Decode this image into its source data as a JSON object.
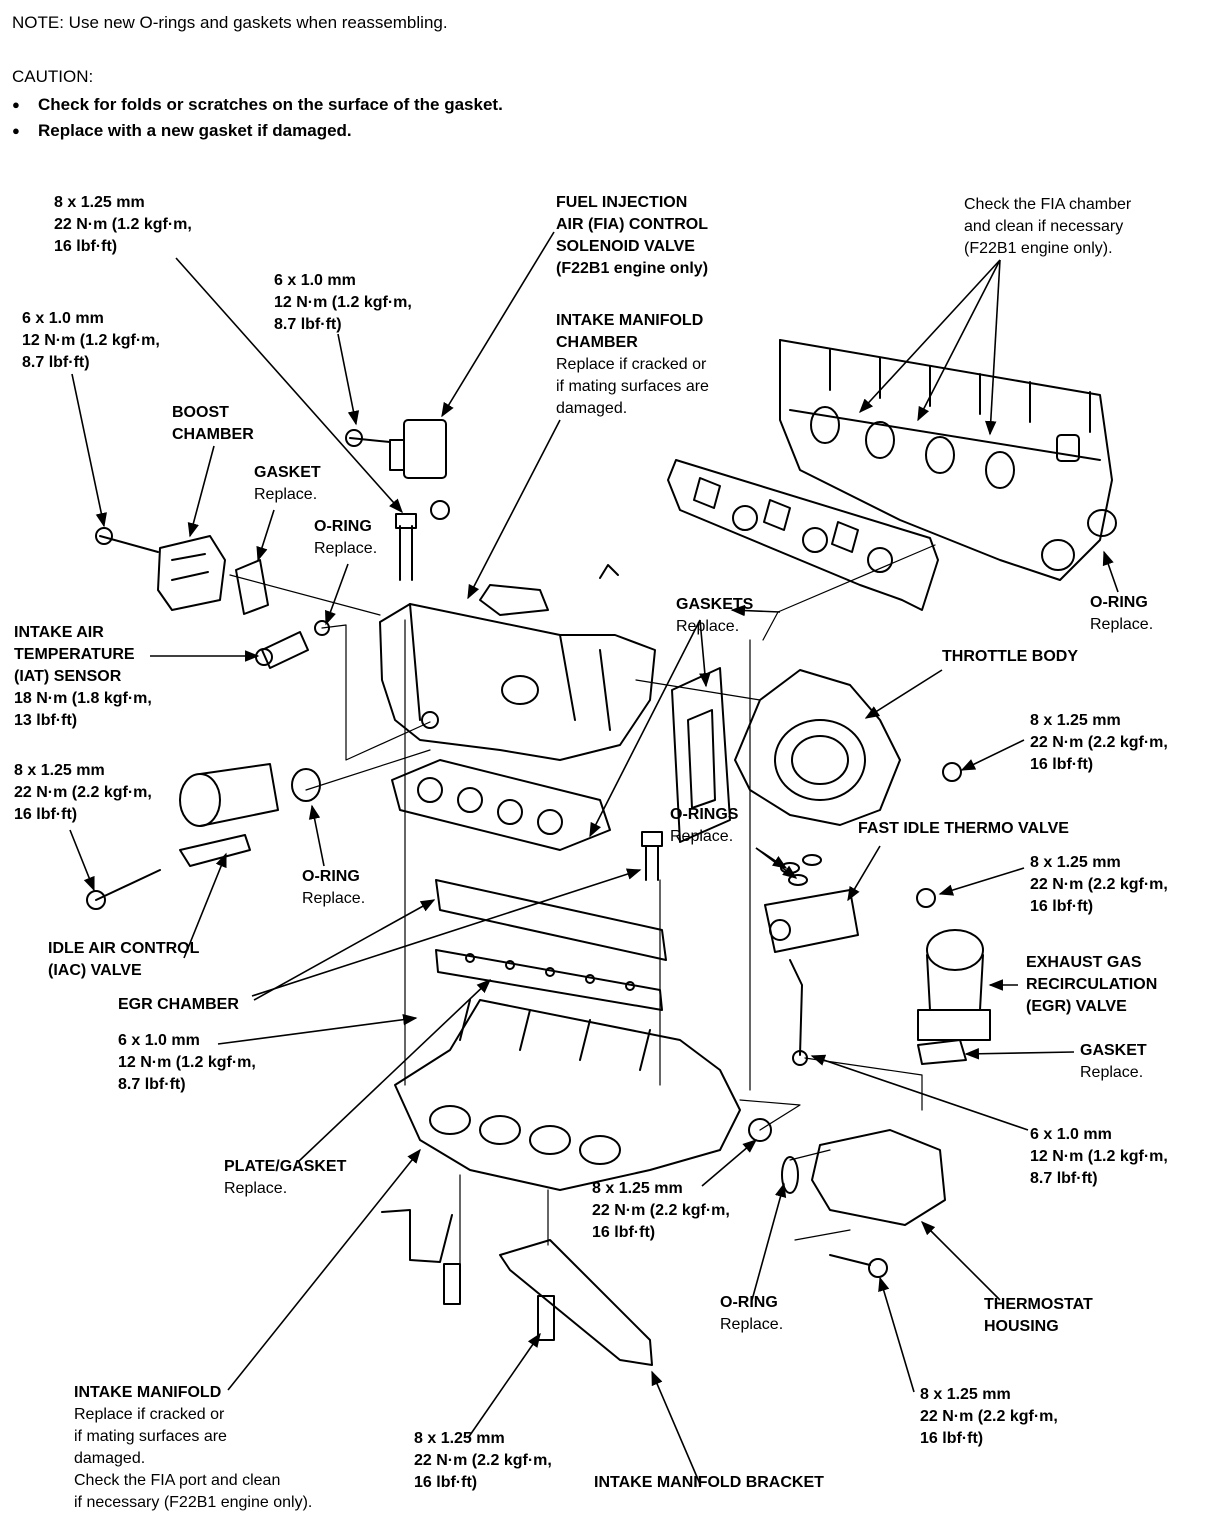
{
  "note": "NOTE:  Use new O-rings and gaskets when reassembling.",
  "caution": {
    "title": "CAUTION:",
    "items": [
      "Check for folds or scratches on the surface of the gasket.",
      "Replace with a new gasket if damaged."
    ]
  },
  "callouts": {
    "bolt_top_left": [
      "8 x 1.25 mm",
      "22 N·m (1.2 kgf·m,",
      "16 lbf·ft)"
    ],
    "bolt_6x10_left": [
      "6 x 1.0 mm",
      "12 N·m (1.2 kgf·m,",
      "8.7 lbf·ft)"
    ],
    "bolt_6x10_top": [
      "6 x 1.0 mm",
      "12 N·m (1.2 kgf·m,",
      "8.7 lbf·ft)"
    ],
    "fia_valve": [
      "FUEL INJECTION",
      "AIR (FIA) CONTROL",
      "SOLENOID VALVE",
      "(F22B1 engine only)"
    ],
    "intake_chamber": [
      "INTAKE MANIFOLD",
      "CHAMBER"
    ],
    "intake_chamber_note": [
      "Replace if cracked or",
      "if mating surfaces are",
      "damaged."
    ],
    "fia_chamber_note": [
      "Check the FIA chamber",
      "and clean if necessary",
      "(F22B1 engine only)."
    ],
    "boost_chamber": [
      "BOOST",
      "CHAMBER"
    ],
    "gasket_boost": [
      "GASKET"
    ],
    "gasket_boost_note": [
      "Replace."
    ],
    "oring_iat": [
      "O-RING"
    ],
    "oring_iat_note": [
      "Replace."
    ],
    "iat_sensor": [
      "INTAKE AIR",
      "TEMPERATURE",
      "(IAT) SENSOR",
      "18 N·m (1.8 kgf·m,",
      "13 lbf·ft)"
    ],
    "gaskets_mid": [
      "GASKETS"
    ],
    "gaskets_mid_note": [
      "Replace."
    ],
    "oring_right": [
      "O-RING"
    ],
    "oring_right_note": [
      "Replace."
    ],
    "throttle_body": [
      "THROTTLE BODY"
    ],
    "bolt_throttle": [
      "8 x 1.25 mm",
      "22 N·m (2.2 kgf·m,",
      "16 lbf·ft)"
    ],
    "bolt_iac": [
      "8 x 1.25 mm",
      "22 N·m (2.2 kgf·m,",
      "16 lbf·ft)"
    ],
    "orings_mid": [
      "O-RINGS"
    ],
    "orings_mid_note": [
      "Replace."
    ],
    "fast_idle": [
      "FAST IDLE THERMO VALVE"
    ],
    "bolt_egr": [
      "8 x 1.25 mm",
      "22 N·m (2.2 kgf·m,",
      "16 lbf·ft)"
    ],
    "oring_iac": [
      "O-RING"
    ],
    "oring_iac_note": [
      "Replace."
    ],
    "iac_valve": [
      "IDLE AIR CONTROL",
      "(IAC) VALVE"
    ],
    "egr_valve": [
      "EXHAUST GAS",
      "RECIRCULATION",
      "(EGR) VALVE"
    ],
    "egr_chamber": [
      "EGR CHAMBER"
    ],
    "bolt_egr_chamber": [
      "6 x 1.0 mm",
      "12 N·m (1.2 kgf·m,",
      "8.7 lbf·ft)"
    ],
    "gasket_egr": [
      "GASKET"
    ],
    "gasket_egr_note": [
      "Replace."
    ],
    "bolt_6x10_right": [
      "6 x 1.0 mm",
      "12 N·m (1.2 kgf·m,",
      "8.7 lbf·ft)"
    ],
    "plate_gasket": [
      "PLATE/GASKET"
    ],
    "plate_gasket_note": [
      "Replace."
    ],
    "bolt_center": [
      "8 x 1.25 mm",
      "22 N·m (2.2 kgf·m,",
      "16 lbf·ft)"
    ],
    "oring_thermostat": [
      "O-RING"
    ],
    "oring_thermostat_note": [
      "Replace."
    ],
    "thermostat_housing": [
      "THERMOSTAT",
      "HOUSING"
    ],
    "intake_manifold": [
      "INTAKE MANIFOLD"
    ],
    "intake_manifold_note": [
      "Replace if cracked or",
      "if mating surfaces are",
      "damaged.",
      "Check the FIA port and clean",
      "if necessary (F22B1 engine only)."
    ],
    "bolt_bracket": [
      "8 x 1.25 mm",
      "22 N·m (2.2 kgf·m,",
      "16 lbf·ft)"
    ],
    "bolt_thermostat": [
      "8 x 1.25 mm",
      "22 N·m (2.2 kgf·m,",
      "16 lbf·ft)"
    ],
    "bracket": [
      "INTAKE MANIFOLD BRACKET"
    ]
  }
}
